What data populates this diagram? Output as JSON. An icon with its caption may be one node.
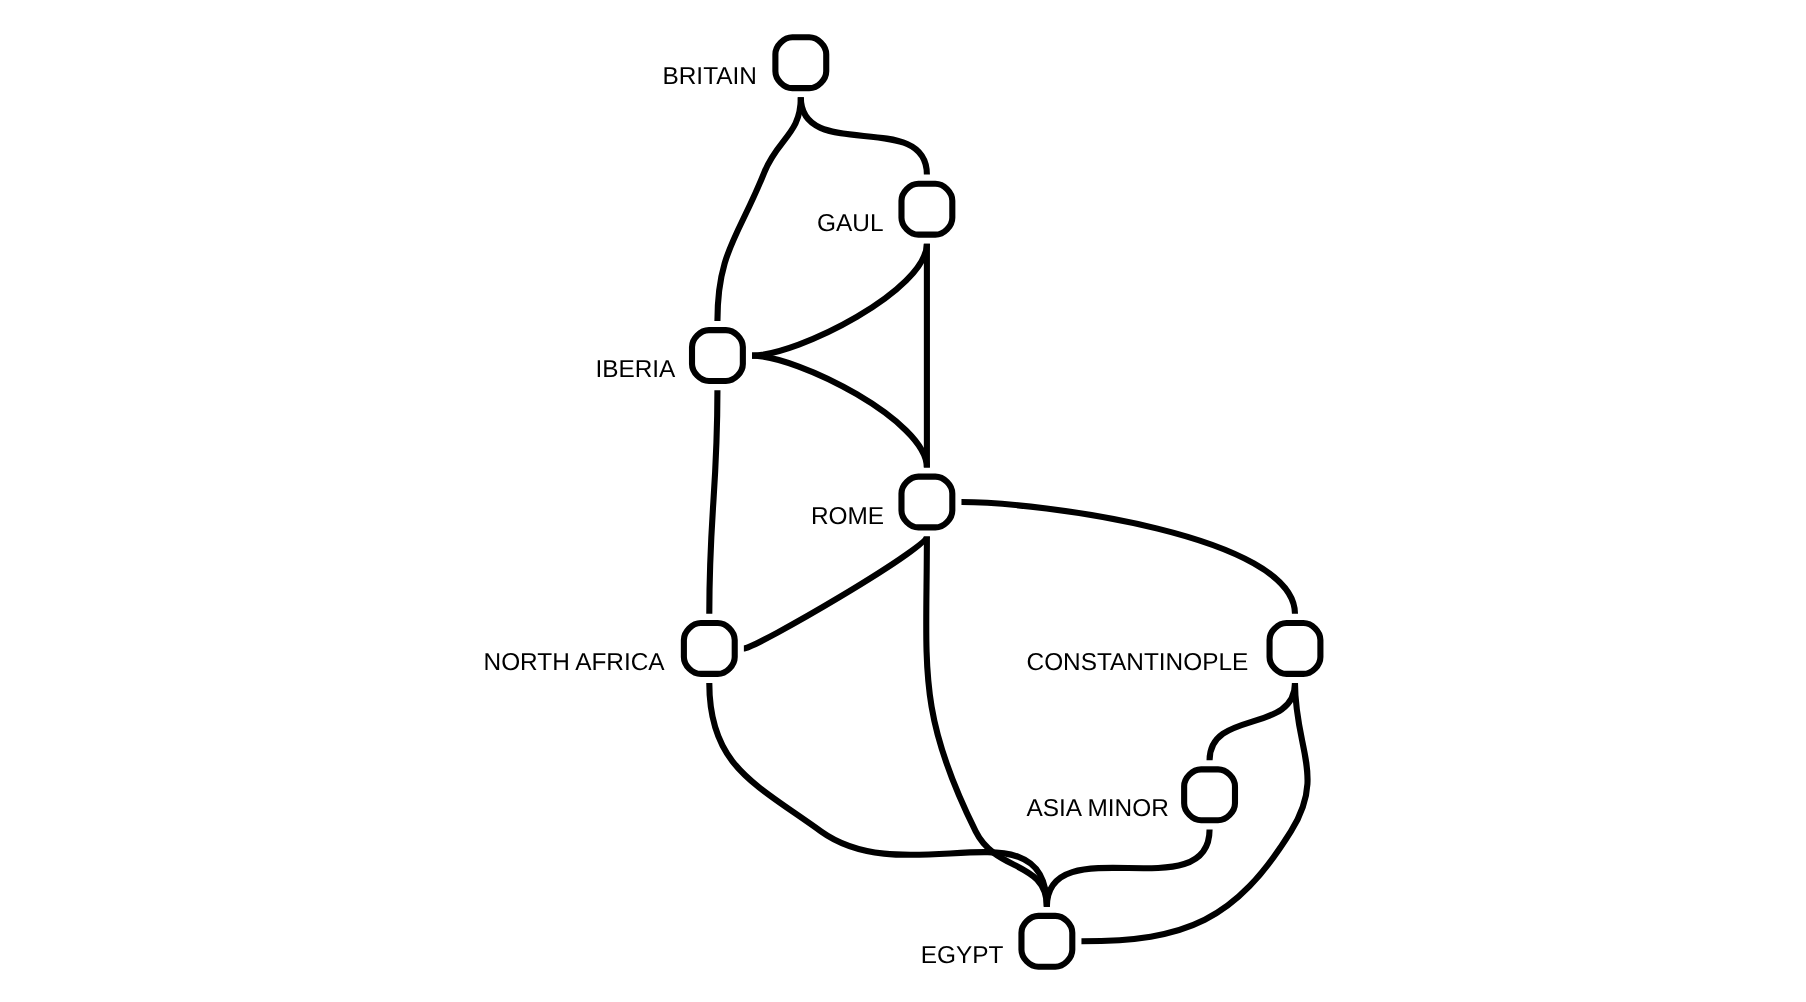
{
  "diagram": {
    "nodes": [
      {
        "text": [],
        "shape": "circle",
        "beside": [
          "BRITAIN"
        ]
      },
      {
        "text": [],
        "shape": "circle",
        "beside": [
          "GAUL"
        ]
      },
      {
        "text": [],
        "shape": "circle",
        "beside": [
          "IBERIA"
        ]
      },
      {
        "text": [],
        "shape": "circle",
        "beside": [
          "ROME"
        ]
      },
      {
        "text": [],
        "shape": "circle",
        "beside": [
          "CONSTANTINOPLE"
        ]
      },
      {
        "text": [],
        "shape": "circle",
        "beside": [
          "ASIA MINOR"
        ]
      },
      {
        "text": [],
        "shape": "circle",
        "beside": [
          "NORTH AFRICA"
        ]
      },
      {
        "text": [],
        "shape": "circle",
        "beside": [
          "EGYPT"
        ]
      }
    ],
    "edges": [
      {
        "from": 0,
        "to": 1,
        "arrow": "none"
      },
      {
        "from": 0,
        "to": 2,
        "arrow": "none"
      },
      {
        "from": 1,
        "to": 2,
        "arrow": "none"
      },
      {
        "from": 1,
        "to": 3,
        "arrow": "none"
      },
      {
        "from": 2,
        "to": 3,
        "arrow": "none"
      },
      {
        "from": 2,
        "to": 6,
        "arrow": "none"
      },
      {
        "from": 3,
        "to": 6,
        "arrow": "none"
      },
      {
        "from": 3,
        "to": 4,
        "arrow": "none"
      },
      {
        "from": 3,
        "to": 7,
        "arrow": "none"
      },
      {
        "from": 6,
        "to": 7,
        "arrow": "none"
      },
      {
        "from": 4,
        "to": 7,
        "arrow": "none"
      },
      {
        "from": 4,
        "to": 5,
        "arrow": "none"
      },
      {
        "from": 5,
        "to": 7,
        "arrow": "none"
      }
    ]
  }
}
